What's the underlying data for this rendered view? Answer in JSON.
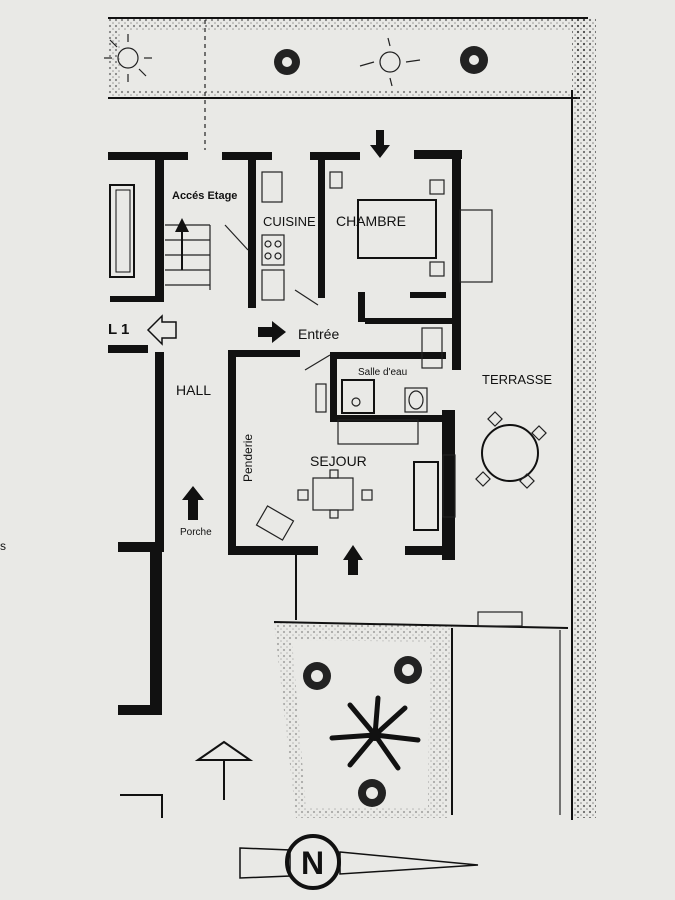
{
  "plan": {
    "rooms": {
      "acces_etage": "Accés Etage",
      "cuisine": "CUISINE",
      "chambre": "CHAMBRE",
      "entree": "Entrée",
      "salle_deau": "Salle d'eau",
      "hall": "HALL",
      "terrasse": "TERRASSE",
      "penderie": "Penderie",
      "sejour": "SEJOUR",
      "porche": "Porche"
    },
    "level_marker": "L 1",
    "edge_text": "s",
    "compass_letter": "N"
  },
  "icons": {
    "compass": "compass-north-icon",
    "arrows": "entry-arrow-icon",
    "trees": "tree-icon",
    "palm": "palm-tree-icon",
    "umbrella": "parasol-icon",
    "table": "round-table-icon"
  }
}
